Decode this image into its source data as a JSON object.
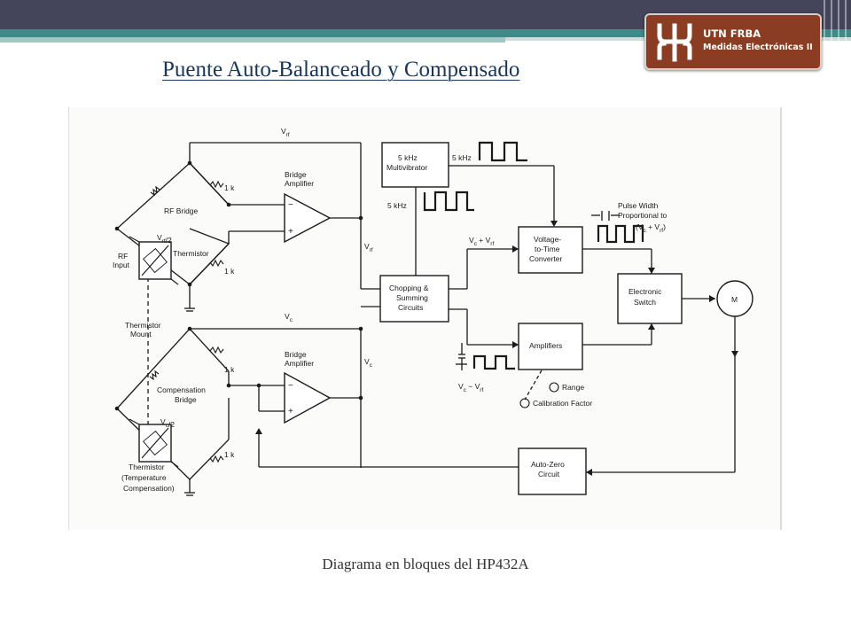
{
  "slide": {
    "title": "Puente Auto-Balanceado y Compensado",
    "caption": "Diagrama  en bloques del HP432A"
  },
  "logo": {
    "line1": "UTN FRBA",
    "line2": "Medidas Electrónicas II",
    "icon": "utn-logo-icon",
    "color": "#8a3d22"
  },
  "colors": {
    "header_dark": "#44445a",
    "header_teal": "#3e8a88",
    "title": "#17375e"
  },
  "diagram": {
    "rf_bridge": {
      "label": "RF Bridge",
      "resistor_top": "1 k",
      "resistor_bottom": "1 k",
      "amp_label_1": "Bridge",
      "amp_label_2": "Amplifier",
      "thermistor": "Thermistor",
      "input_1": "RF",
      "input_2": "Input",
      "vrf2_v": "V",
      "vrf2_sub": "rf",
      "vrf2_frac": "/2",
      "vrf_top_v": "V",
      "vrf_top_sub": "rf",
      "vrf_right_v": "V",
      "vrf_right_sub": "rf"
    },
    "comp_bridge": {
      "label_1": "Compensation",
      "label_2": "Bridge",
      "resistor_top": "1 k",
      "resistor_bottom": "1 k",
      "amp_label_1": "Bridge",
      "amp_label_2": "Amplifier",
      "thermistor_1": "Thermistor",
      "thermistor_2": "(Temperature",
      "thermistor_3": "Compensation)",
      "vc2_v": "V",
      "vc2_sub": "c",
      "vc2_frac": "/2",
      "vc_top_v": "V",
      "vc_top_sub": "c",
      "vc_right_v": "V",
      "vc_right_sub": "c"
    },
    "mount_1": "Thermistor",
    "mount_2": "Mount",
    "multivibrator": {
      "line1": "5 kHz",
      "line2": "Multivibrator",
      "out_label": "5 kHz",
      "down_label": "5 kHz"
    },
    "chopping": {
      "line1": "Chopping &",
      "line2": "Summing",
      "line3": "Circuits"
    },
    "sum_label": {
      "v1": "V",
      "s1": "c",
      "op": " + V",
      "s2": "rf"
    },
    "diff_label": {
      "v1": "V",
      "s1": "c",
      "op": " − V",
      "s2": "rf"
    },
    "vtc": {
      "line1": "Voltage-",
      "line2": "to-Time",
      "line3": "Converter"
    },
    "pulse_width": {
      "line1": "Pulse Width",
      "line2": "Proportional to",
      "line3": "(V",
      "s1": "c",
      "line3b": " + V",
      "s2": "rf",
      "line3c": ")"
    },
    "amplifiers": {
      "label": "Amplifiers",
      "range": "Range",
      "calibration": "Calibration Factor"
    },
    "switch": {
      "line1": "Electronic",
      "line2": "Switch"
    },
    "meter": {
      "label": "M"
    },
    "autozero": {
      "line1": "Auto-Zero",
      "line2": "Circuit"
    }
  }
}
